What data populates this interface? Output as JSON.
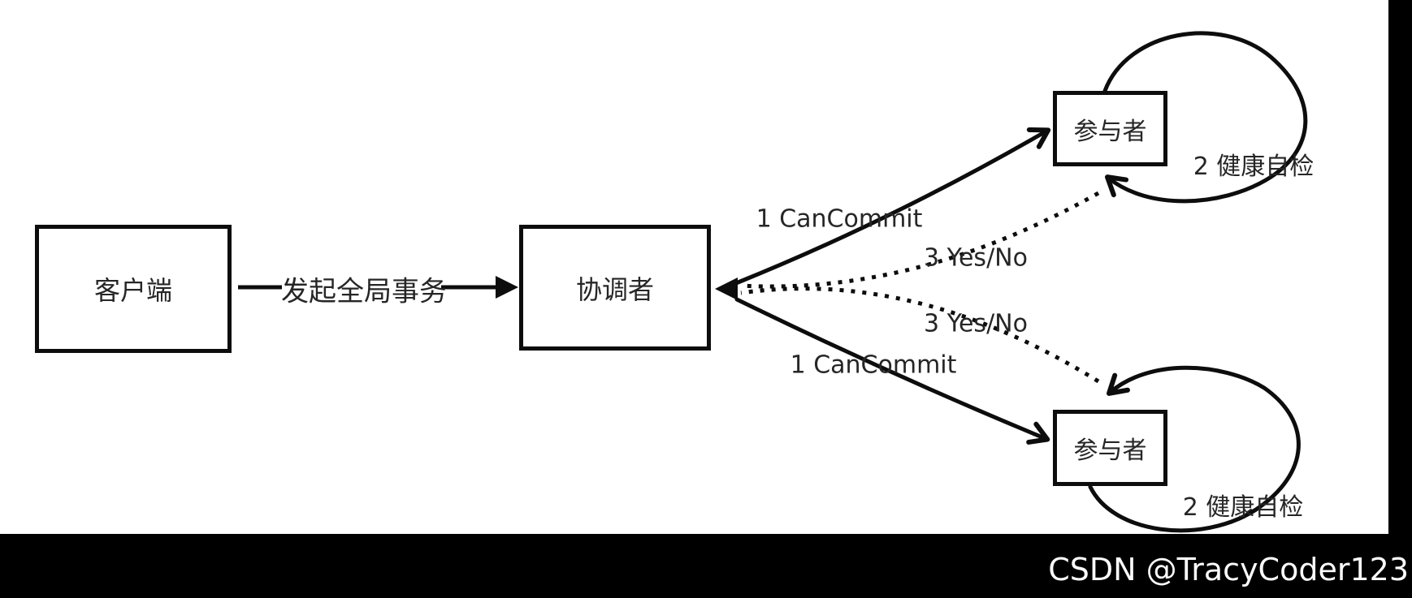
{
  "nodes": {
    "client": {
      "label": "客户端"
    },
    "coordinator": {
      "label": "协调者"
    },
    "participant_top": {
      "label": "参与者"
    },
    "participant_bottom": {
      "label": "参与者"
    }
  },
  "edges": {
    "initiate": {
      "label": "发起全局事务"
    },
    "cancommit_top": {
      "label": "1 CanCommit"
    },
    "cancommit_bottom": {
      "label": "1 CanCommit"
    },
    "yesno_top": {
      "label": "3 Yes/No"
    },
    "yesno_bottom": {
      "label": "3 Yes/No"
    },
    "selfcheck_top": {
      "label": "2 健康自检"
    },
    "selfcheck_bottom": {
      "label": "2 健康自检"
    }
  },
  "watermark": {
    "text": "CSDN @TracyCoder123"
  },
  "colors": {
    "background": "#ffffff",
    "line": "#0d0d0d",
    "text": "#262626",
    "band": "#000000",
    "watermark_text": "#fbfbfb"
  }
}
